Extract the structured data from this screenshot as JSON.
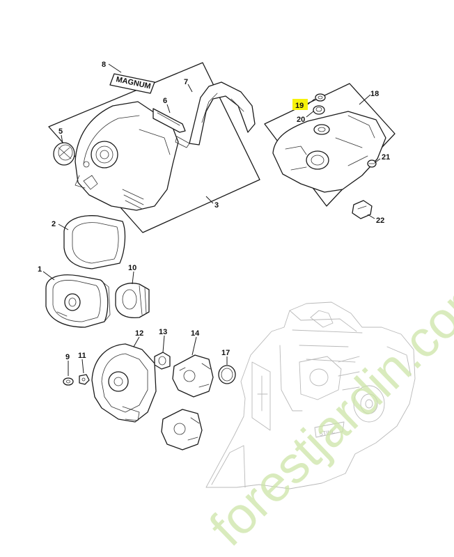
{
  "diagram": {
    "callouts": [
      {
        "id": "c1",
        "label": "1"
      },
      {
        "id": "c2",
        "label": "2"
      },
      {
        "id": "c3",
        "label": "3"
      },
      {
        "id": "c5",
        "label": "5"
      },
      {
        "id": "c6",
        "label": "6"
      },
      {
        "id": "c7",
        "label": "7"
      },
      {
        "id": "c8",
        "label": "8"
      },
      {
        "id": "c9",
        "label": "9"
      },
      {
        "id": "c10",
        "label": "10"
      },
      {
        "id": "c11",
        "label": "11"
      },
      {
        "id": "c12",
        "label": "12"
      },
      {
        "id": "c13",
        "label": "13"
      },
      {
        "id": "c14",
        "label": "14"
      },
      {
        "id": "c17",
        "label": "17"
      },
      {
        "id": "c18",
        "label": "18"
      },
      {
        "id": "c19",
        "label": "19"
      },
      {
        "id": "c20",
        "label": "20"
      },
      {
        "id": "c21",
        "label": "21"
      },
      {
        "id": "c22",
        "label": "22"
      }
    ],
    "highlighted_callout": "19",
    "highlight_color": "#f6f20a",
    "part_texts": {
      "badge_text": "MAGNUM",
      "engine_brand": "STIHL"
    },
    "watermark": "forestjardin.com",
    "watermark_color": "#cde5a8"
  }
}
